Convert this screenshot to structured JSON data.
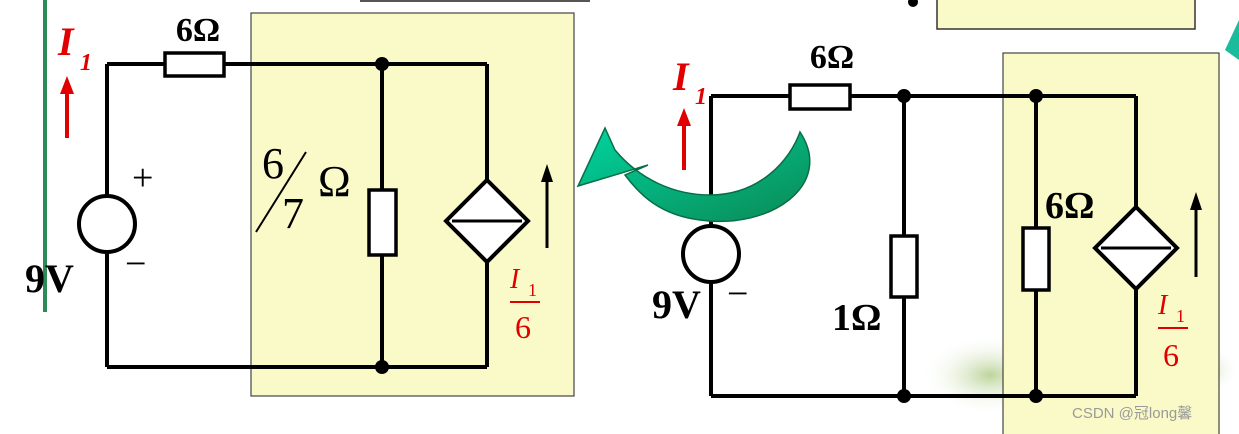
{
  "left_circuit": {
    "current_symbol": "I",
    "current_subscript": "1",
    "series_resistor_label": "6Ω",
    "equiv_resistor_numerator": "6",
    "equiv_resistor_denominator": "7",
    "equiv_resistor_unit": "Ω",
    "source_plus": "+",
    "source_minus": "−",
    "source_voltage": "9V",
    "dependent_source_numerator": "I",
    "dependent_source_numerator_sub": "1",
    "dependent_source_denominator": "6"
  },
  "right_circuit": {
    "current_symbol": "I",
    "current_subscript": "1",
    "series_resistor_label": "6Ω",
    "shunt_resistor_label": "1Ω",
    "parallel_resistor_label": "6Ω",
    "source_plus": "+",
    "source_minus": "−",
    "source_voltage": "9V",
    "dependent_source_numerator": "I",
    "dependent_source_numerator_sub": "1",
    "dependent_source_denominator": "6"
  },
  "watermark": "CSDN @冠long馨",
  "colors": {
    "highlight_box": "#fafac8",
    "wire": "#000000",
    "current_label": "#e00000",
    "transform_arrow": "#0aa87a",
    "left_bar": "#2e8b57"
  }
}
